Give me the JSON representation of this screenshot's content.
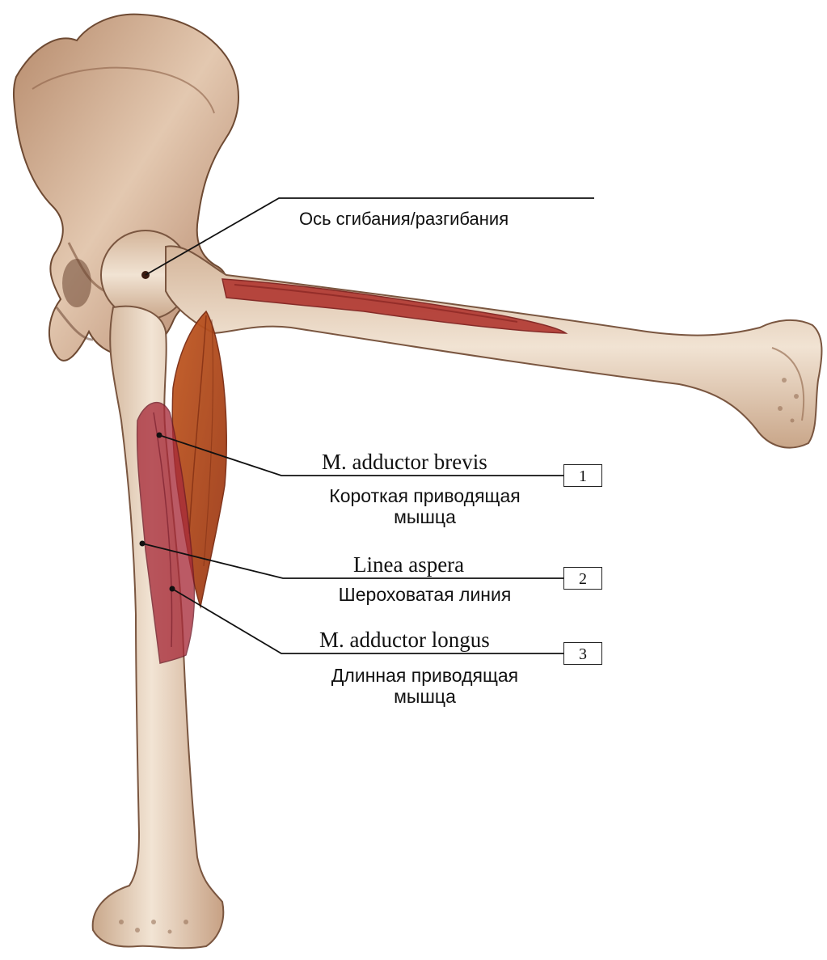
{
  "axis_label": "Ось сгибания/разгибания",
  "items": [
    {
      "number": "1",
      "latin": "M. adductor brevis",
      "russian_line1": "Короткая приводящая",
      "russian_line2": "мышца"
    },
    {
      "number": "2",
      "latin": "Linea aspera",
      "russian_line1": "Шероховатая линия",
      "russian_line2": ""
    },
    {
      "number": "3",
      "latin": "M. adductor longus",
      "russian_line1": "Длинная приводящая",
      "russian_line2": "мышца"
    }
  ],
  "colors": {
    "bone": "#e8d6c2",
    "bone_shadow": "#a98063",
    "muscle": "#b0402f",
    "muscle_dark": "#8a1f1e",
    "muscle_orange": "#c0551f",
    "leader": "#111111"
  }
}
